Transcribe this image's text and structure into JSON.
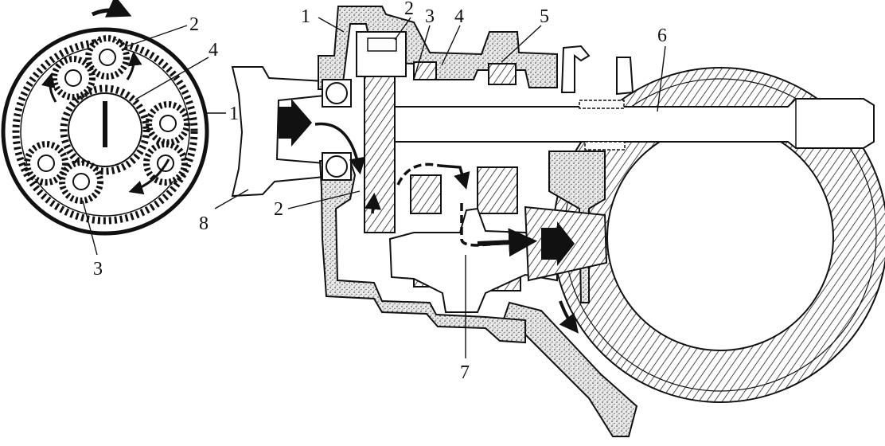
{
  "figure": {
    "left_view_labels": [
      "1",
      "2",
      "3",
      "4"
    ],
    "right_view_labels": [
      "1",
      "2",
      "3",
      "4",
      "5",
      "6",
      "7",
      "8",
      "2"
    ]
  },
  "colors": {
    "ink": "#111111",
    "paper": "#ffffff",
    "casting_fill": "#e9e9e9"
  },
  "icons": [
    "rotation-arrow-icon",
    "flow-arrow-icon"
  ]
}
